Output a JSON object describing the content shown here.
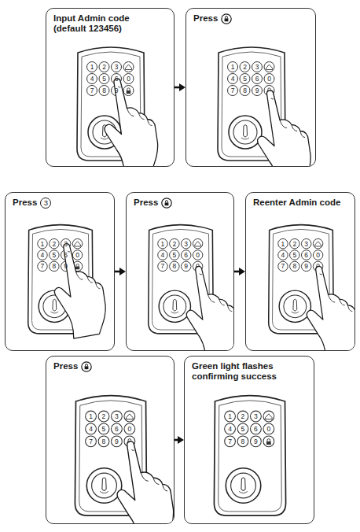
{
  "diagram": {
    "nodes": [
      {
        "text": [
          "Input Admin code (default 123456)"
        ]
      },
      {
        "text": [
          "Press"
        ]
      },
      {
        "text": [
          "Press",
          "3"
        ]
      },
      {
        "text": [
          "Press"
        ]
      },
      {
        "text": [
          "Reenter Admin code"
        ]
      },
      {
        "text": [
          "Press"
        ]
      },
      {
        "text": [
          "Green light flashes confirming success"
        ]
      }
    ],
    "edges": [
      {
        "from": 0,
        "to": 1,
        "arrow": "to"
      },
      {
        "from": 2,
        "to": 3,
        "arrow": "to"
      },
      {
        "from": 3,
        "to": 4,
        "arrow": "to"
      },
      {
        "from": 5,
        "to": 6,
        "arrow": "to"
      }
    ],
    "labels": [
      "1",
      "2",
      "3",
      "4",
      "5",
      "6",
      "0",
      "7",
      "8",
      "9",
      "1",
      "2",
      "3",
      "4",
      "5",
      "6",
      "0",
      "7",
      "8",
      "9",
      "1",
      "2",
      "3",
      "4",
      "5",
      "6",
      "0",
      "7",
      "8",
      "9",
      "1",
      "2",
      "3",
      "4",
      "5",
      "6",
      "0",
      "7",
      "8",
      "9",
      "1",
      "2",
      "3",
      "4",
      "5",
      "6",
      "0",
      "7",
      "8",
      "9",
      "1",
      "2",
      "3",
      "4",
      "5",
      "6",
      "0",
      "7",
      "8",
      "9",
      "1",
      "2",
      "3",
      "4",
      "5",
      "6",
      "0",
      "7",
      "8",
      "9"
    ]
  }
}
